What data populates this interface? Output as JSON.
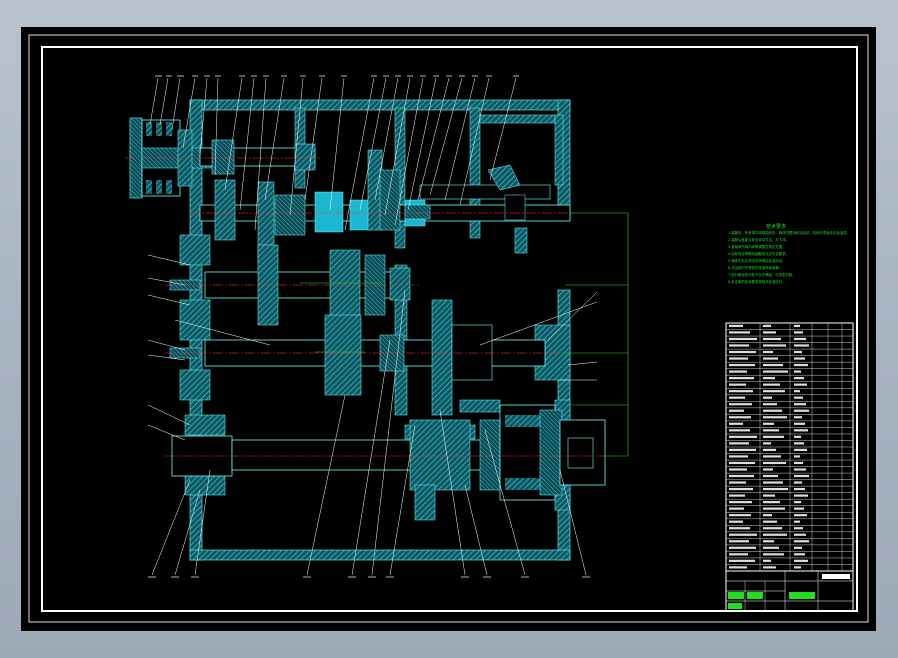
{
  "drawing": {
    "title": "",
    "technical_requirements_title": "技术要求",
    "technical_requirements": [
      "1.装配前，所有零件用煤油清洗，箱体内壁涂耐油油漆，机体外表面涂灰色油漆。",
      "2.装配后各配合处应转动灵活，无卡滞。",
      "3.各轴承的轴向间隙调整至规定范围。",
      "4.齿轮啮合侧隙及接触斑点应符合要求。",
      "5.箱体内加注规定的润滑油至油标线。",
      "6.试运转时不得有异常噪声和渗漏。",
      "7.剖分面及密封处不允许漏油，可涂密封胶。",
      "8.未注明的技术要求按相关标准执行。"
    ],
    "parts_list_rows": 38,
    "title_block": {
      "name": "",
      "drawing_no": ""
    }
  },
  "colors": {
    "background": "#000000",
    "housing": "#40d8dc",
    "centerline": "#ff3333",
    "annotation": "#22dd22",
    "leader": "#ffffff",
    "frame": "#ffffff"
  }
}
